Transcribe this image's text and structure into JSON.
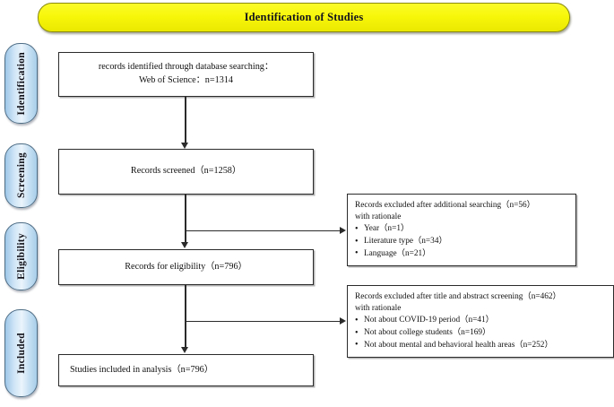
{
  "banner": {
    "title": "Identification of Studies",
    "fill_color": "#f7f70a",
    "text_color": "#14141e"
  },
  "stages": [
    {
      "key": "identification",
      "label": "Identification"
    },
    {
      "key": "screening",
      "label": "Screening"
    },
    {
      "key": "eligibility",
      "label": "Eligibility"
    },
    {
      "key": "included",
      "label": "Included"
    }
  ],
  "stage_pill_color": "#cfe5f6",
  "flow_boxes": {
    "identified": {
      "line1": "records identified through database searching：",
      "line2": "Web of Science：n=1314"
    },
    "screened": {
      "line1": "Records screened（n=1258）"
    },
    "eligible": {
      "line1": "Records for eligibility（n=796）"
    },
    "included": {
      "line1": "Studies included in analysis（n=796）"
    }
  },
  "exclusion_boxes": [
    {
      "key": "additional_searching",
      "heading_line1": "Records excluded after additional searching（n=56）",
      "heading_line2": "with rationale",
      "reasons": [
        "Year（n=1）",
        "Literature type（n=34）",
        "Language（n=21）"
      ]
    },
    {
      "key": "title_abstract_screening",
      "heading_line1": "Records excluded after title and abstract screening（n=462）",
      "heading_line2": "with rationale",
      "reasons": [
        "Not about COVID-19 period（n=41）",
        "Not about college students（n=169）",
        "Not about mental and behavioral health areas（n=252）"
      ]
    }
  ]
}
